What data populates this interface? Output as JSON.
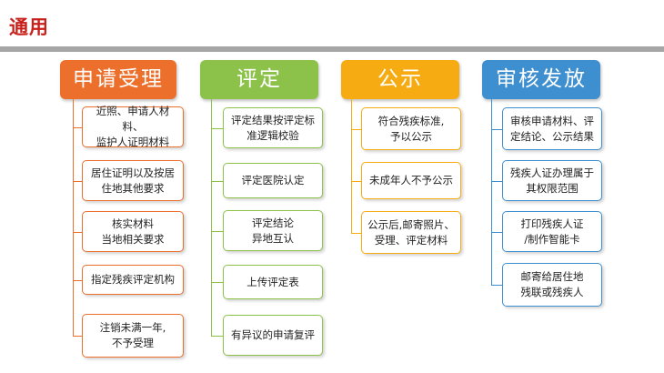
{
  "page_title": "通用",
  "columns": [
    {
      "title": "申请受理",
      "color": "#ec6f2c",
      "items": [
        [
          "近照、申请人材料、",
          "监护人证明材料"
        ],
        [
          "居住证明以及按居",
          "住地其他要求"
        ],
        [
          "核实材料",
          "当地相关要求"
        ],
        [
          "指定残疾评定机构"
        ],
        [
          "注销未满一年,",
          "不予受理"
        ]
      ]
    },
    {
      "title": "评定",
      "color": "#8cc14a",
      "items": [
        [
          "评定结果按评定标",
          "准逻辑校验"
        ],
        [
          "评定医院认定"
        ],
        [
          "评定结论",
          "异地互认"
        ],
        [
          "上传评定表"
        ],
        [
          "有异议的申请复评"
        ]
      ]
    },
    {
      "title": "公示",
      "color": "#f7ab12",
      "items": [
        [
          "符合残疾标准,",
          "予以公示"
        ],
        [
          "未成年人不予公示"
        ],
        [
          "公示后,邮寄照片、",
          "受理、评定材料"
        ]
      ]
    },
    {
      "title": "审核发放",
      "color": "#3e8fd0",
      "items": [
        [
          "审核申请材料、评",
          "定结论、公示结果"
        ],
        [
          "残疾人证办理属于",
          "其权限范围"
        ],
        [
          "打印残疾人证",
          "/制作智能卡"
        ],
        [
          "邮寄给居住地",
          "残联或残疾人"
        ]
      ]
    }
  ]
}
